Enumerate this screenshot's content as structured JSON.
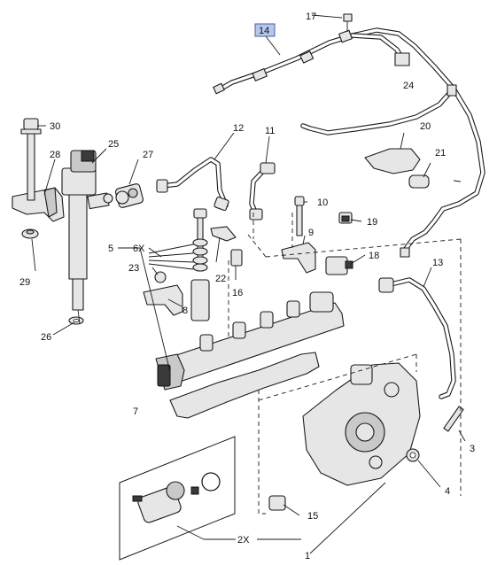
{
  "callouts": {
    "c1": "1",
    "c2x": "2X",
    "c3": "3",
    "c4": "4",
    "c5": "5",
    "c6x": "6X",
    "c7": "7",
    "c8": "8",
    "c9": "9",
    "c10": "10",
    "c11": "11",
    "c12": "12",
    "c13": "13",
    "c14": "14",
    "c15": "15",
    "c16": "16",
    "c17": "17",
    "c18": "18",
    "c19": "19",
    "c20": "20",
    "c21": "21",
    "c22": "22",
    "c23": "23",
    "c24": "24",
    "c25": "25",
    "c26": "26",
    "c27": "27",
    "c28": "28",
    "c29": "29",
    "c30": "30"
  },
  "highlighted_callout": "14",
  "colors": {
    "line": "#1a1a1a",
    "part_fill": "#e6e6e6",
    "highlight_bg": "#b7c7ec",
    "highlight_border": "#4a5f9c"
  }
}
